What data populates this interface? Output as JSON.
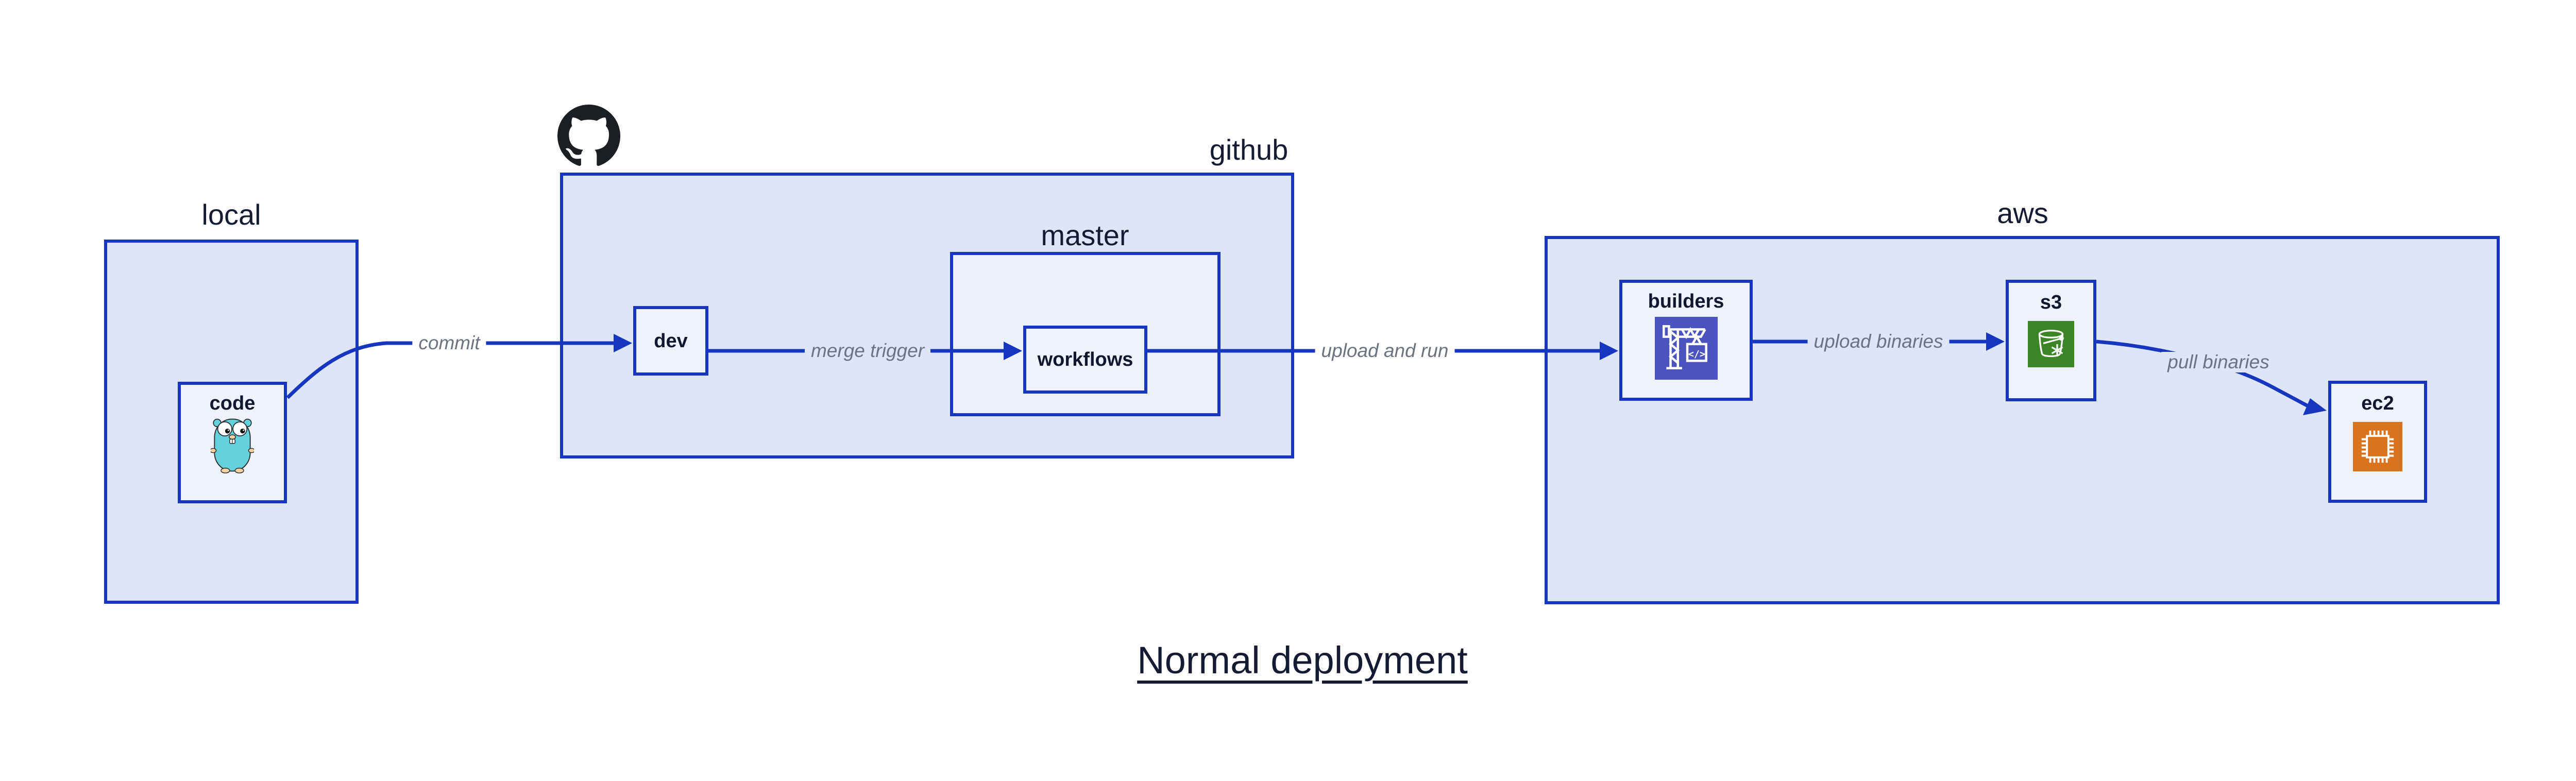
{
  "title": {
    "text": "Normal deployment"
  },
  "clusters": {
    "local": {
      "label": "local"
    },
    "github": {
      "label": "github"
    },
    "master": {
      "label": "master"
    },
    "aws": {
      "label": "aws"
    }
  },
  "nodes": {
    "code": {
      "label": "code",
      "icon": "go-gopher-icon"
    },
    "dev": {
      "label": "dev"
    },
    "workflows": {
      "label": "workflows"
    },
    "builders": {
      "label": "builders",
      "icon": "codebuild-crane-icon"
    },
    "s3": {
      "label": "s3",
      "icon": "s3-glacier-bucket-icon"
    },
    "ec2": {
      "label": "ec2",
      "icon": "ec2-chip-icon"
    }
  },
  "edges": {
    "commit": {
      "label": "commit"
    },
    "merge_trigger": {
      "label": "merge trigger"
    },
    "upload_and_run": {
      "label": "upload and run"
    },
    "upload_binaries": {
      "label": "upload binaries"
    },
    "pull_binaries": {
      "label": "pull binaries"
    }
  },
  "logo": {
    "name": "github-octocat-logo"
  },
  "colors": {
    "border_blue": "#1636bf",
    "cluster_fill": "#dfe5f8",
    "node_fill": "#eef2fc",
    "edge_label_gray": "#6b7280",
    "text_dark": "#141b33",
    "codebuild_purple": "#4b53c0",
    "s3_green": "#3c8526",
    "ec2_orange": "#d9731d",
    "gopher_teal": "#63d2dc",
    "gopher_tan": "#f6d2a2",
    "octocat_black": "#1b1f23"
  }
}
